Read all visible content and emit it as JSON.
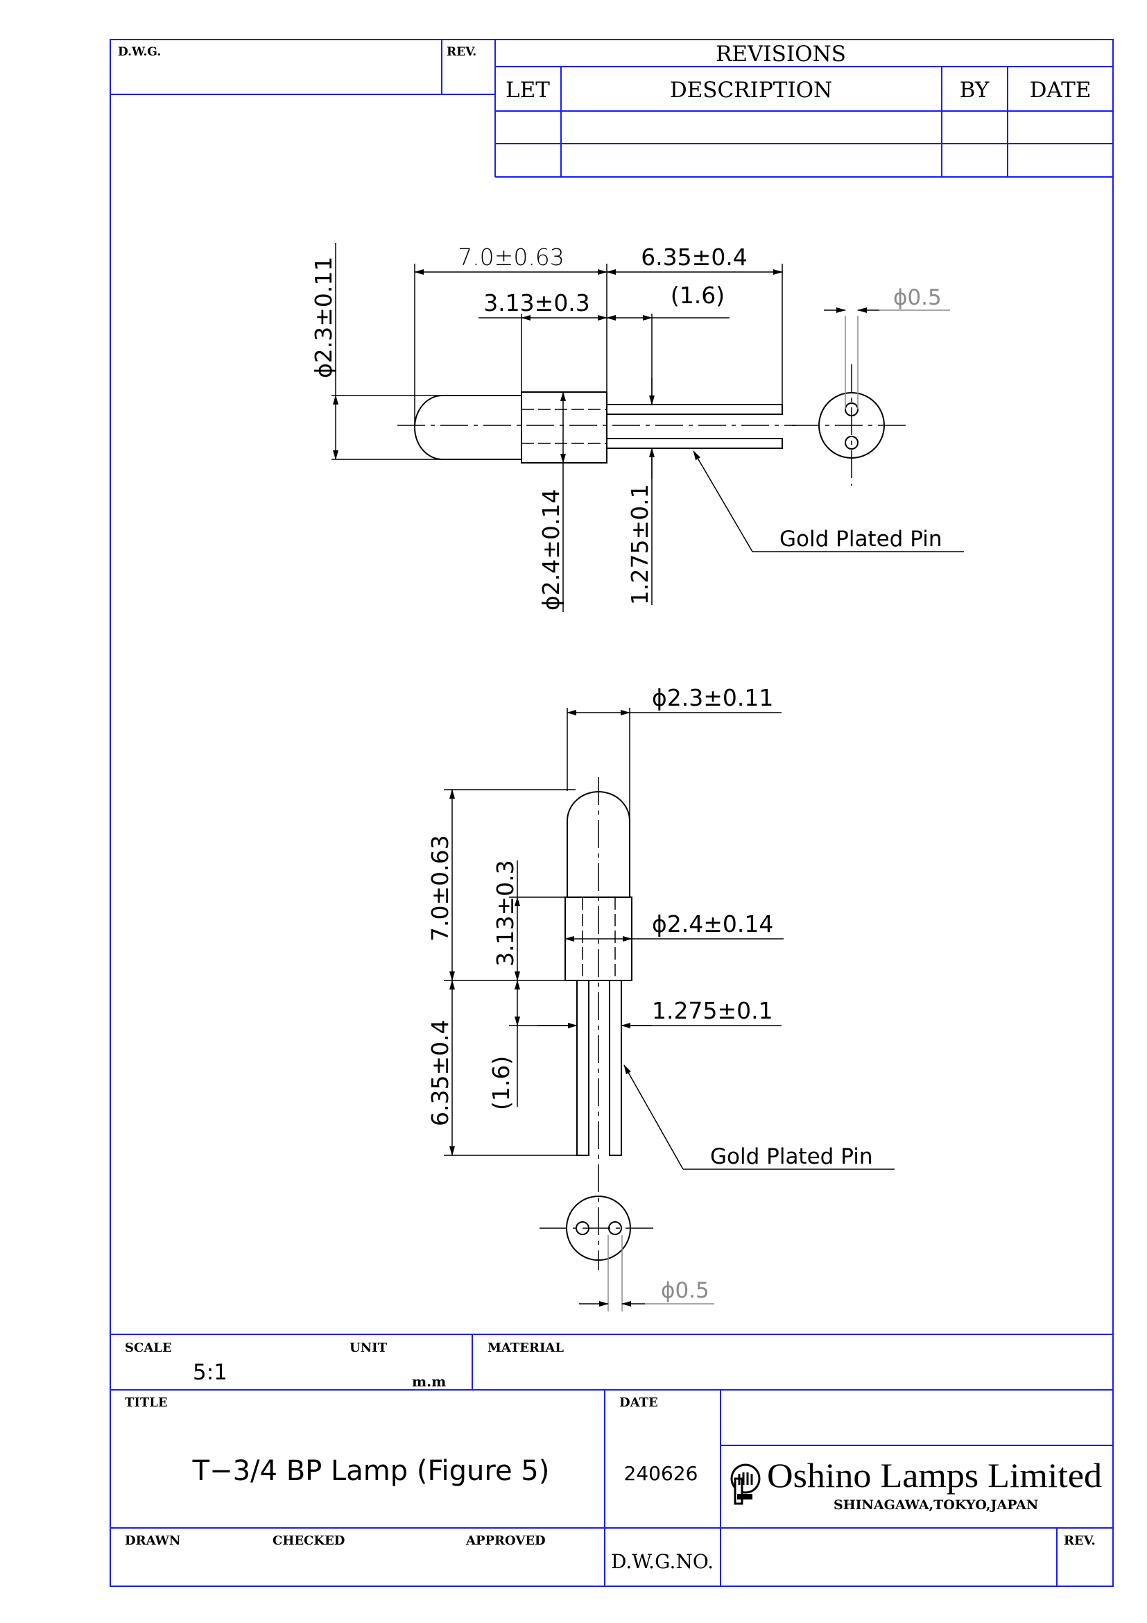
{
  "title_block_top": {
    "dwg_label": "D.W.G.",
    "rev_label": "REV."
  },
  "revisions": {
    "title": "REVISIONS",
    "columns": [
      "LET",
      "DESCRIPTION",
      "BY",
      "DATE"
    ],
    "rows": [
      [
        "",
        "",
        "",
        ""
      ],
      [
        "",
        "",
        "",
        ""
      ]
    ]
  },
  "top_view": {
    "dim_body_diameter": "ϕ2.3±0.11",
    "dim_length": "7.0±0.63",
    "dim_pin_length": "6.35±0.4",
    "dim_base_length": "3.13±0.3",
    "dim_ref": "(1.6)",
    "dim_pin_diameter": "ϕ0.5",
    "dim_base_diameter": "ϕ2.4±0.14",
    "dim_pin_spacing": "1.275±0.1",
    "callout": "Gold Plated Pin"
  },
  "side_view": {
    "dim_body_diameter": "ϕ2.3±0.11",
    "dim_length": "7.0±0.63",
    "dim_base_length": "3.13±0.3",
    "dim_base_diameter": "ϕ2.4±0.14",
    "dim_pin_spacing": "1.275±0.1",
    "dim_pin_length": "6.35±0.4",
    "dim_ref": "(1.6)",
    "callout": "Gold Plated Pin",
    "dim_pin_diameter": "ϕ0.5"
  },
  "title_block": {
    "scale_label": "SCALE",
    "scale_value": "5:1",
    "unit_label": "UNIT",
    "unit_value": "m.m",
    "material_label": "MATERIAL",
    "title_label": "TITLE",
    "title_value": "T−3/4 BP Lamp (Figure 5)",
    "date_label": "DATE",
    "date_value": "240626",
    "company_name": "Oshino Lamps Limited",
    "company_address": "SHINAGAWA,TOKYO,JAPAN",
    "drawn_label": "DRAWN",
    "checked_label": "CHECKED",
    "approved_label": "APPROVED",
    "dwg_no_label": "D.W.G.NO.",
    "rev_label": "REV."
  },
  "colors": {
    "frame": "#1a1aff",
    "line": "#000000",
    "text": "#000000",
    "faint": "#8a8a8a"
  }
}
